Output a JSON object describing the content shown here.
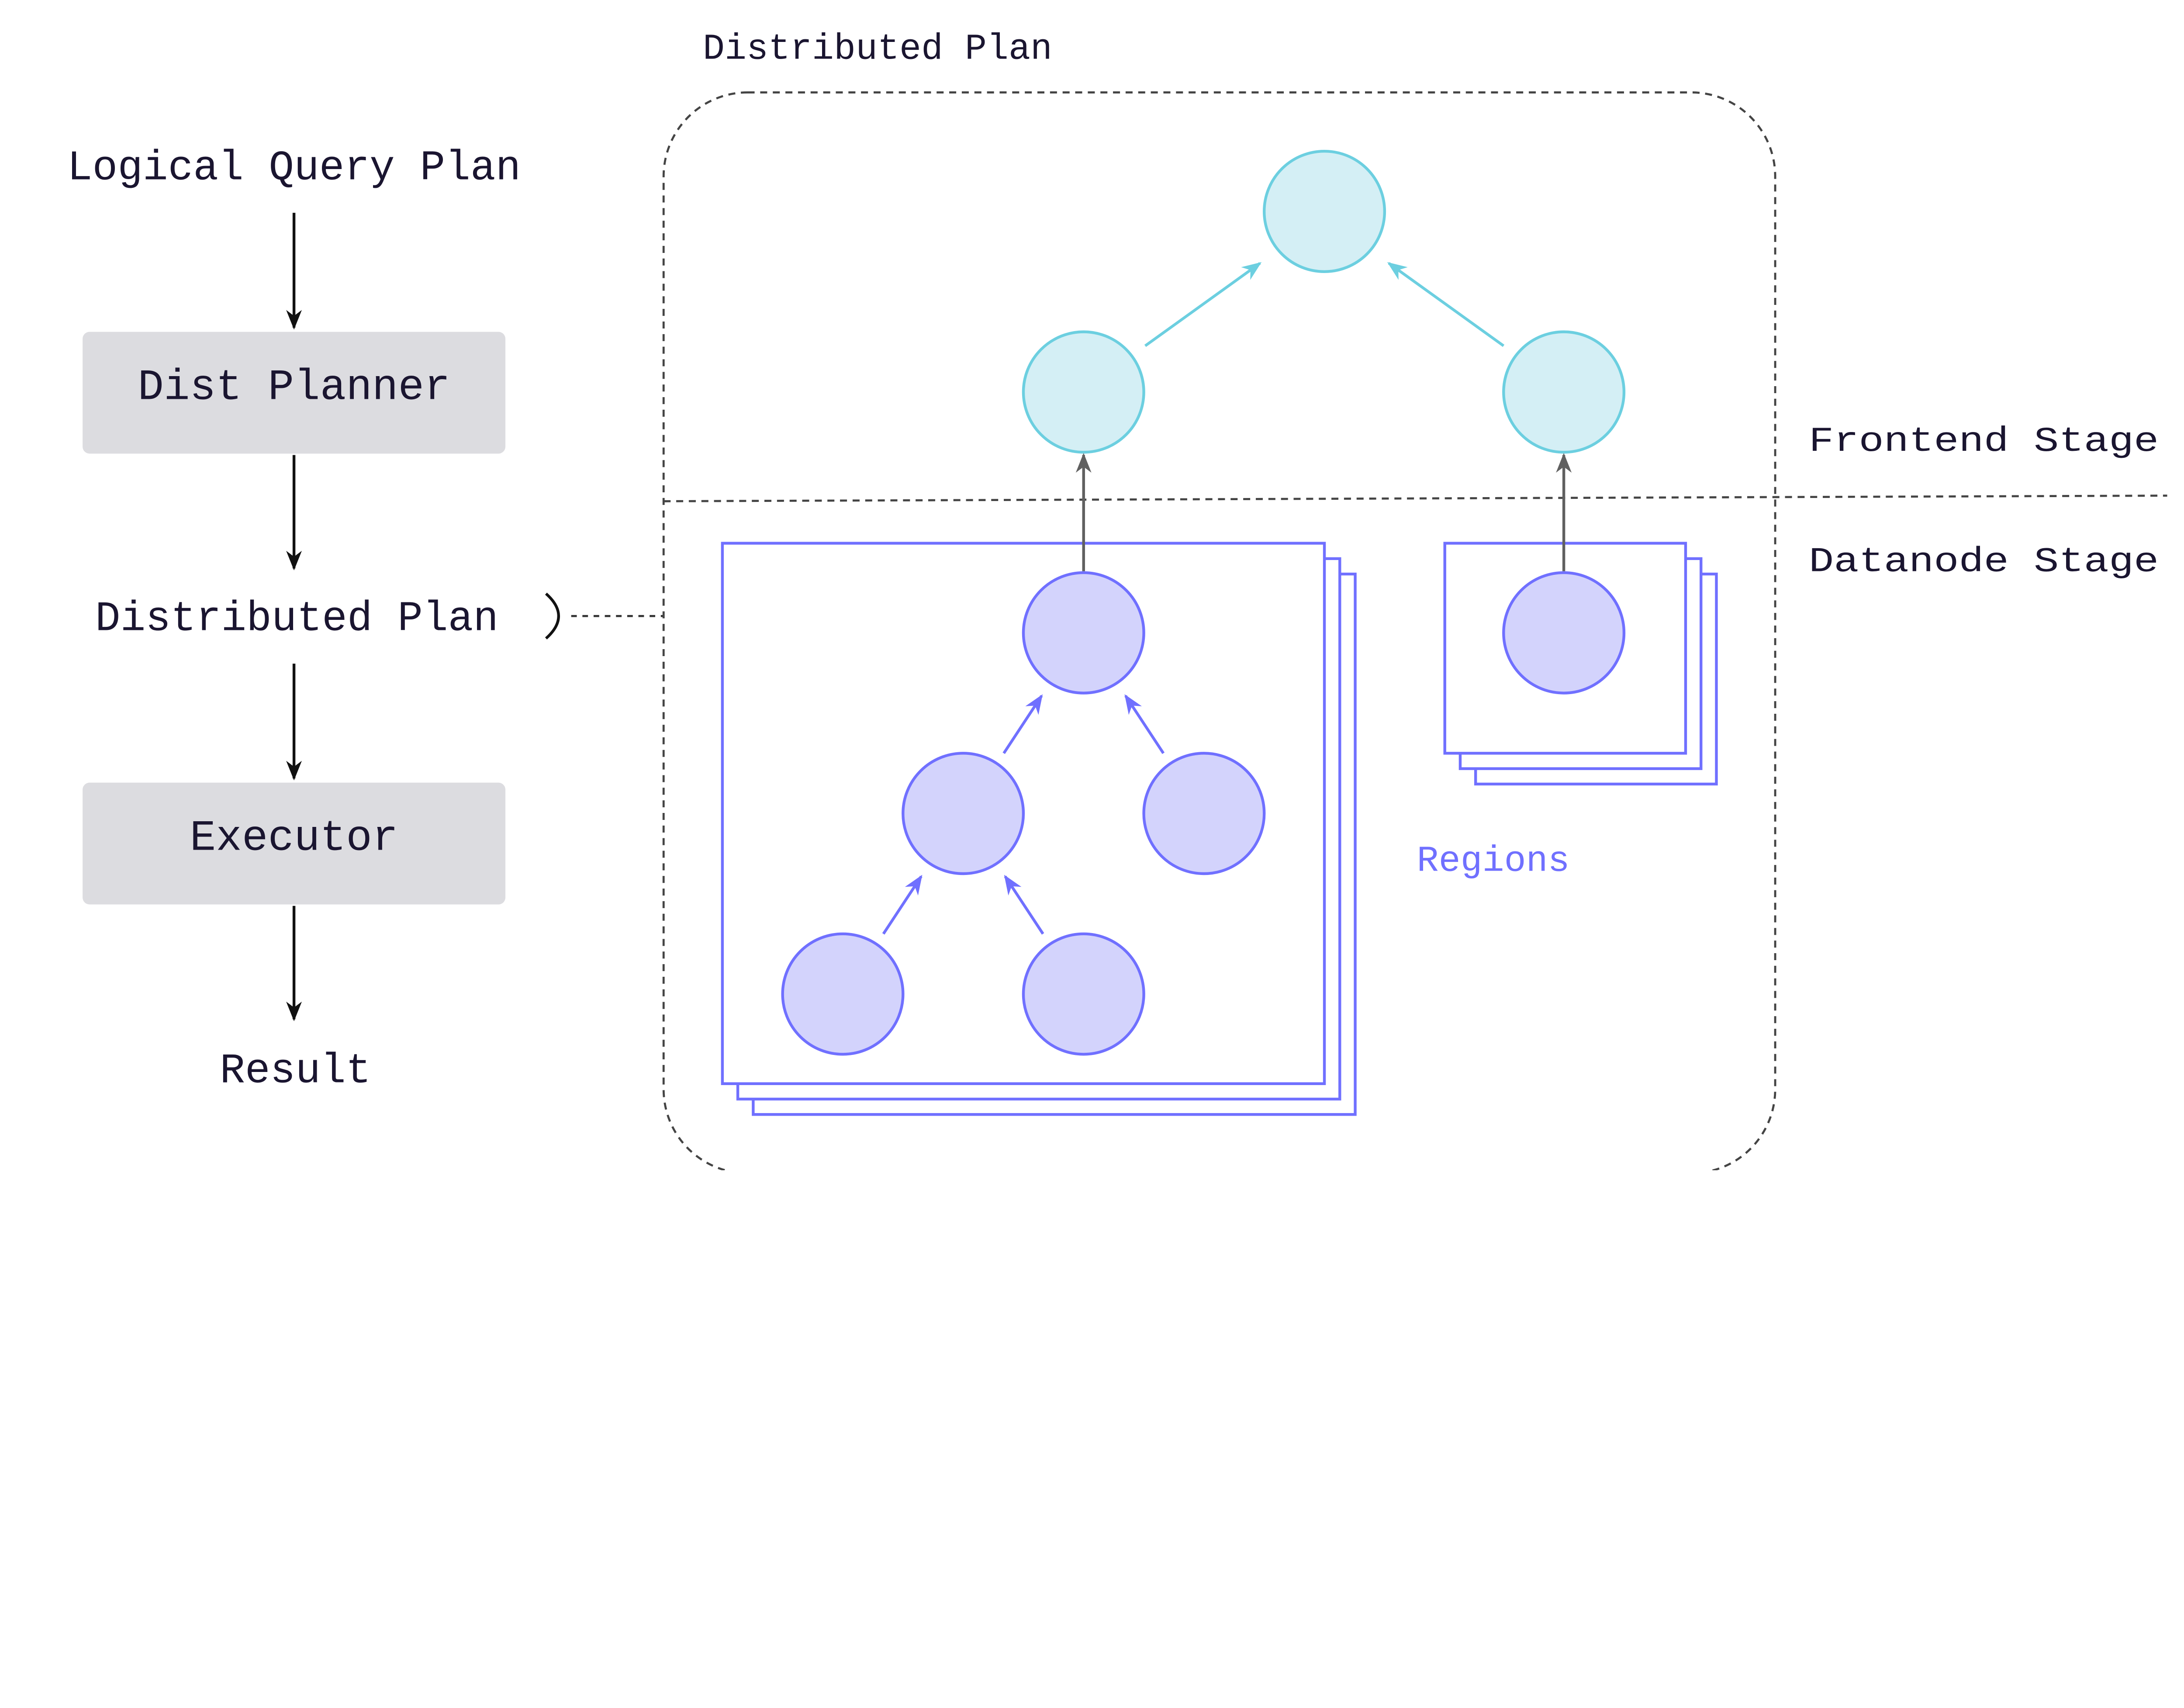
{
  "flow": {
    "logical_plan": "Logical Query Plan",
    "dist_planner": "Dist Planner",
    "distributed_plan": "Distributed Plan",
    "executor": "Executor",
    "result": "Result"
  },
  "detail": {
    "title": "Distributed Plan",
    "frontend_stage": "Frontend Stage",
    "datanode_stage": "Datanode Stage",
    "regions": "Regions"
  },
  "colors": {
    "frontend_fill": "#d4eff5",
    "frontend_stroke": "#6ccfe0",
    "datanode_fill": "#d3d3fc",
    "datanode_stroke": "#7070ff",
    "box_fill": "#dcdce0",
    "link_gray": "#606060"
  }
}
